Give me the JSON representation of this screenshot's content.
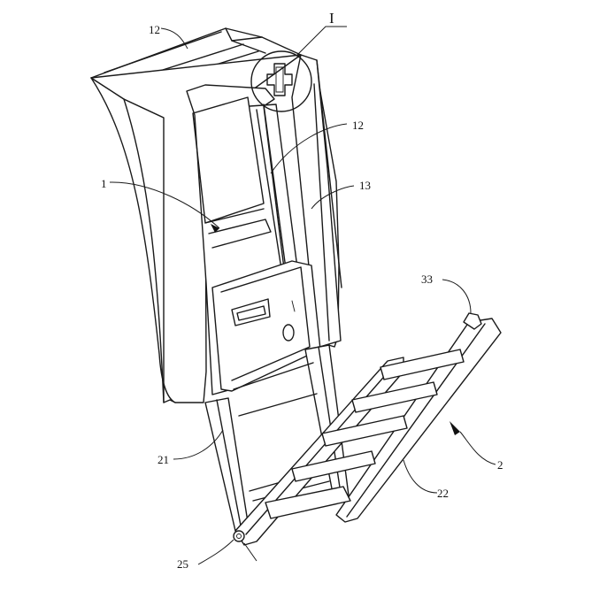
{
  "labels": {
    "detail_I": "I",
    "part_12_top": "12",
    "part_12_mid": "12",
    "part_13": "13",
    "part_1": "1",
    "part_33": "33",
    "part_21": "21",
    "part_2": "2",
    "part_22": "22",
    "part_25": "25"
  }
}
